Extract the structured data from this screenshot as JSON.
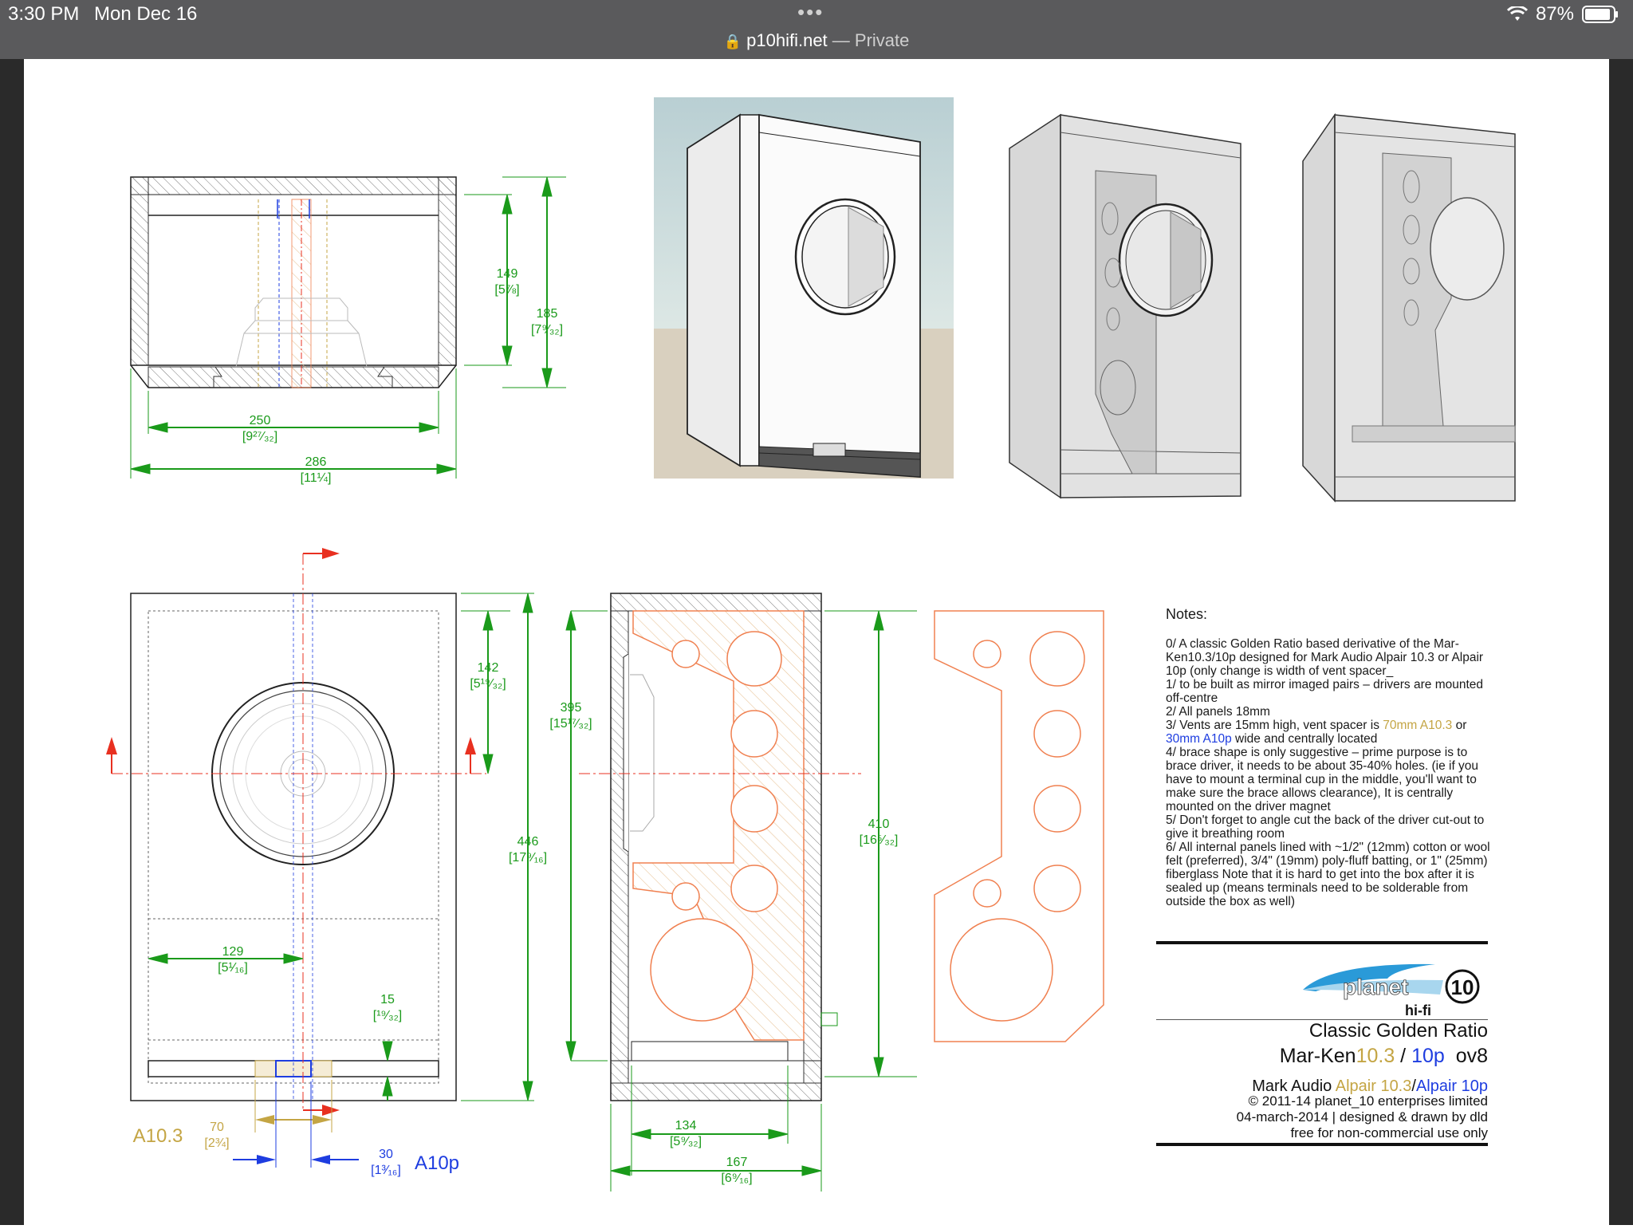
{
  "status_bar": {
    "time": "3:30 PM",
    "date": "Mon Dec 16",
    "url": "p10hifi.net",
    "url_suffix": "— Private",
    "battery": "87%"
  },
  "drawing": {
    "dims": {
      "d149": "149",
      "d149_in": "[5⅞]",
      "d185": "185",
      "d185_in": "[7⁹⁄₃₂]",
      "d250": "250",
      "d250_in": "[9²⁷⁄₃₂]",
      "d286": "286",
      "d286_in": "[11¼]",
      "d142": "142",
      "d142_in": "[5¹⁹⁄₃₂]",
      "d395": "395",
      "d395_in": "[15¹⁷⁄₃₂]",
      "d446": "446",
      "d446_in": "[17⁹⁄₁₆]",
      "d410": "410",
      "d410_in": "[16⁵⁄₃₂]",
      "d129": "129",
      "d129_in": "[5¹⁄₁₆]",
      "d15": "15",
      "d15_in": "[¹⁹⁄₃₂]",
      "d70": "70",
      "d70_in": "[2¾]",
      "d30": "30",
      "d30_in": "[1³⁄₁₆]",
      "d134": "134",
      "d134_in": "[5⁹⁄₃₂]",
      "d167": "167",
      "d167_in": "[6⁹⁄₁₆]"
    },
    "label_a103": "A10.3",
    "label_a10p": "A10p"
  },
  "notes": {
    "heading": "Notes:",
    "n0": "0/ A classic Golden Ratio based derivative of the Mar-Ken10.3/10p designed for Mark Audio Alpair 10.3 or Alpair 10p (only change is width of vent spacer_",
    "n1": "1/ to be built as mirror imaged pairs – drivers are mounted off-centre",
    "n2": "2/ All panels 18mm",
    "n3_a": "3/ Vents are 15mm high, vent spacer is ",
    "n3_gold": "70mm A10.3",
    "n3_b": " or ",
    "n3_blue": "30mm A10p",
    "n3_c": " wide and centrally located",
    "n4": "4/ brace shape is only suggestive – prime purpose is to brace driver, it needs to be about 35-40% holes. (ie if you have to mount a terminal cup in the middle, you'll want to make sure the brace allows clearance), It is centrally mounted on the driver magnet",
    "n5": "5/ Don't forget to angle cut the back of the driver cut-out to give it breathing room",
    "n6": "6/ All internal panels lined with ~1/2\" (12mm) cotton or wool felt (preferred), 3/4\" (19mm) poly-fluff batting, or 1\" (25mm) fiberglass Note that it is hard to get into the box after it is sealed up (means terminals need to be solderable from outside the box as well)"
  },
  "title_block": {
    "logo_main": "planet",
    "logo_num": "10",
    "logo_sub": "hi-fi",
    "title": "Classic Golden Ratio",
    "model_a": "Mar-Ken",
    "model_gold": "10.3",
    "model_sep": " / ",
    "model_blue": "10p",
    "model_rev": "  ov8",
    "maker_a": "Mark Audio ",
    "maker_gold": "Alpair 10.3",
    "maker_sep": "/",
    "maker_blue": "Alpair 10p",
    "copyright": "© 2011-14 planet_10 enterprises limited",
    "date_line": "04-march-2014 | designed & drawn by dld",
    "license": "free for non-commercial use only"
  },
  "colors": {
    "dim_green": "#1a9a1a",
    "brace_orange": "#f08050",
    "center_red": "#e83020",
    "gold": "#c4a544",
    "blue": "#1e3de0"
  }
}
